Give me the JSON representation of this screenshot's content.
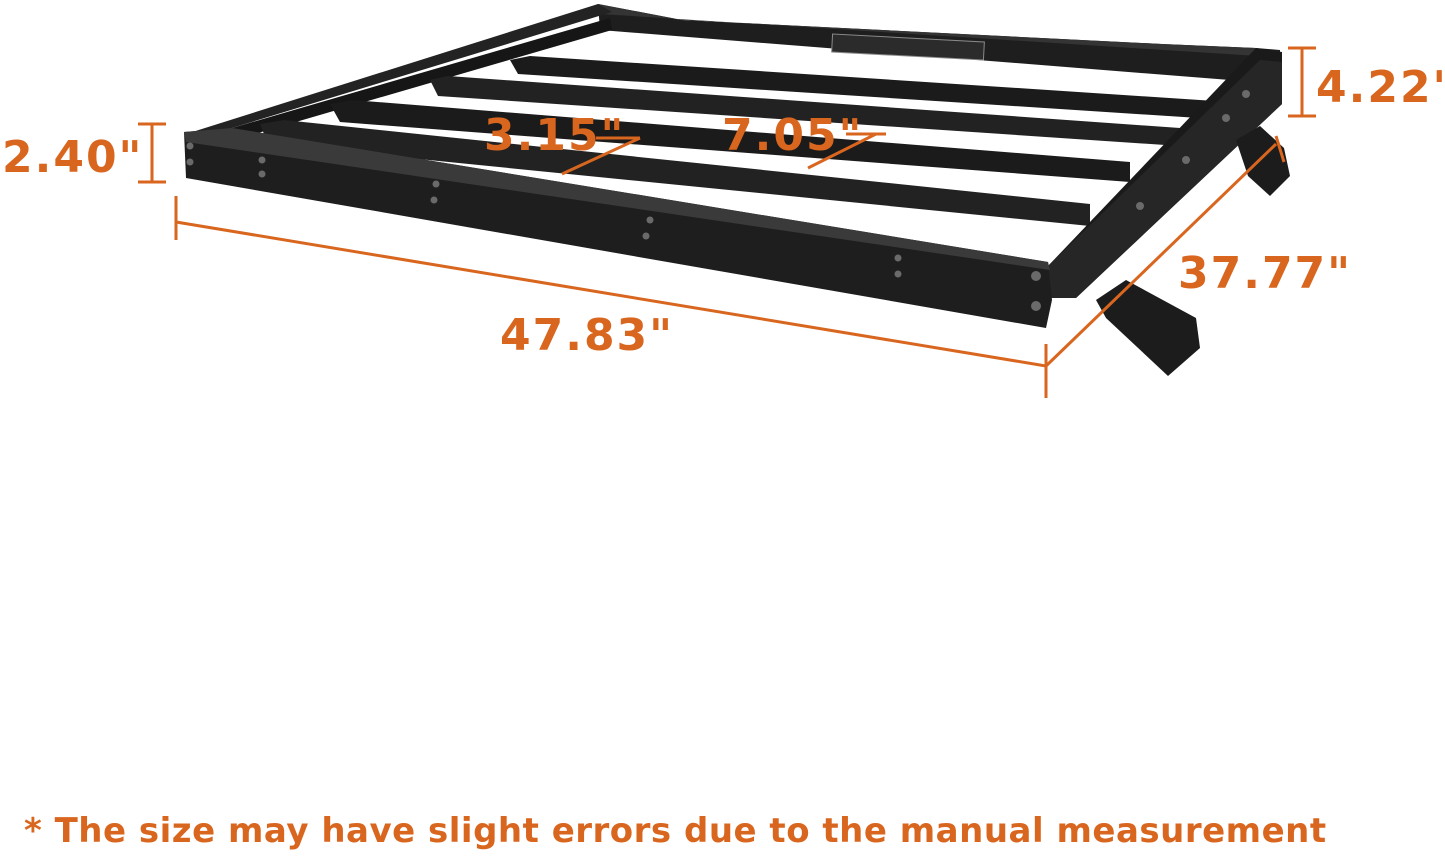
{
  "colors": {
    "accent": "#d9661f",
    "rack": "#1e1e1e",
    "rack_edge": "#3a3a3a",
    "background": "#ffffff"
  },
  "dimensions": {
    "length": "47.83\"",
    "width": "37.77\"",
    "front_height": "2.40\"",
    "rear_height": "4.22\"",
    "crossbar_width": "3.15\"",
    "crossbar_spacing": "7.05\""
  },
  "note": "* The size may have slight errors due to the manual measurement"
}
